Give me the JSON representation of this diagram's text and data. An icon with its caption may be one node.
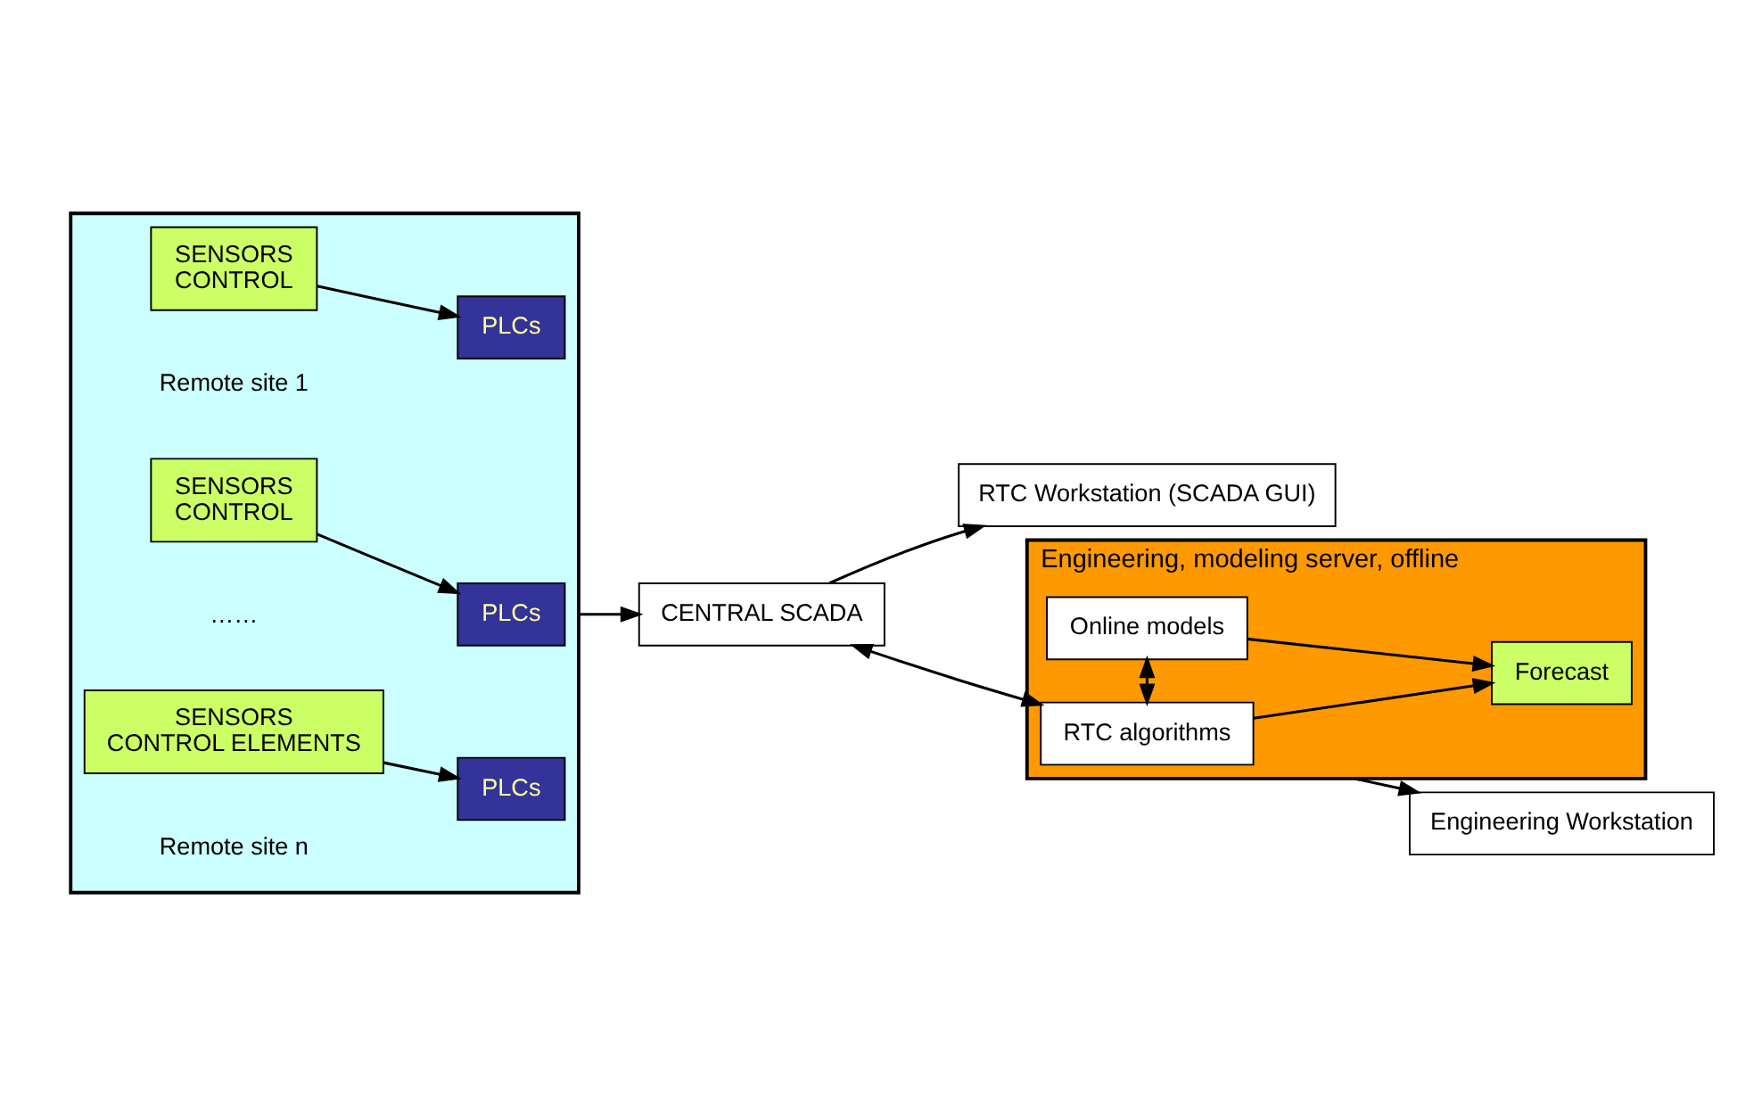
{
  "diagram": {
    "nodes": [
      {
        "text": [],
        "shape": "box"
      },
      {
        "text": [
          "SENSORS",
          "CONTROL"
        ],
        "in": 0
      },
      {
        "text": [
          "PLCs"
        ],
        "in": 0
      },
      {
        "text": [
          "SENSORS",
          "CONTROL"
        ],
        "in": 0
      },
      {
        "text": [
          "PLCs"
        ],
        "in": 0
      },
      {
        "text": [
          "SENSORS",
          "CONTROL ELEMENTS"
        ],
        "in": 0
      },
      {
        "text": [
          "PLCs"
        ],
        "in": 0
      },
      {
        "text": [
          "CENTRAL SCADA"
        ]
      },
      {
        "text": [
          "RTC Workstation (SCADA GUI)"
        ]
      },
      {
        "text": [
          "Engineering Workstation"
        ]
      },
      {
        "text": [
          "Engineering, modeling server, offline"
        ]
      },
      {
        "text": [
          "RTC algorithms"
        ],
        "in": 10
      },
      {
        "text": [
          "Forecast"
        ],
        "in": 10
      },
      {
        "text": [
          "Online models"
        ],
        "in": 10
      }
    ],
    "edges": [
      {
        "from": 1,
        "to": 2,
        "arrow": "to"
      },
      {
        "from": 3,
        "to": 4,
        "arrow": "to"
      },
      {
        "from": 5,
        "to": 6,
        "arrow": "to"
      },
      {
        "from": 0,
        "to": 7,
        "arrow": "to"
      },
      {
        "from": 7,
        "to": 8,
        "arrow": "to"
      },
      {
        "from": 7,
        "to": 11,
        "arrow": "both"
      },
      {
        "from": 10,
        "to": 9,
        "arrow": "to"
      },
      {
        "from": 11,
        "to": 13,
        "arrow": "both"
      },
      {
        "from": 11,
        "to": 12,
        "arrow": "to"
      },
      {
        "from": 13,
        "to": 12,
        "arrow": "to"
      }
    ],
    "labels": [
      "Remote site 1",
      "……",
      "Remote site n"
    ]
  }
}
